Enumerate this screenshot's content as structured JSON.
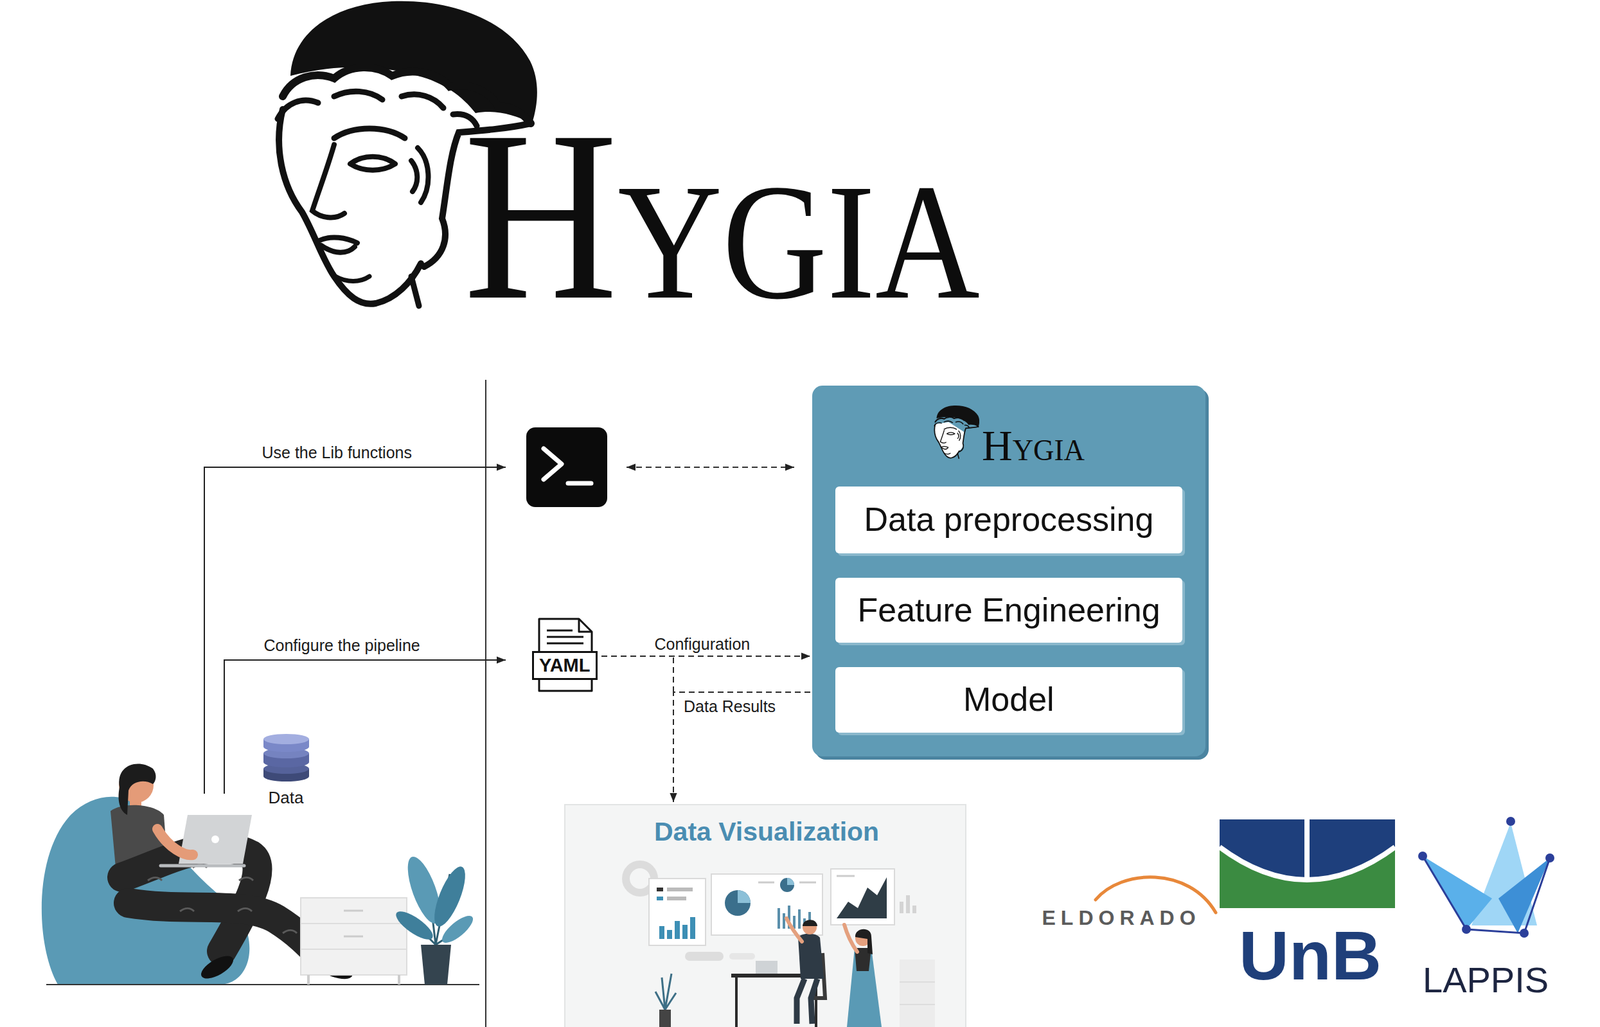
{
  "diagram": {
    "title": "HYGIA",
    "nodes": [
      {
        "text": [
          "HYGIA"
        ]
      },
      {
        "text": [
          "Data preprocessing"
        ],
        "in": 0
      },
      {
        "text": [
          "Feature Engineering"
        ],
        "in": 0
      },
      {
        "text": [
          "Model"
        ],
        "in": 0
      },
      {
        "text": [
          "YAML"
        ]
      },
      {
        "text": [
          "Data Visualization"
        ]
      }
    ],
    "edges": [
      {
        "from": 4,
        "to": 0,
        "label": "Configuration",
        "arrow": "to"
      },
      {
        "from": 0,
        "to": 5,
        "label": "Data Results",
        "arrow": "to"
      }
    ],
    "labels": [
      "Use the Lib functions",
      "Configure the pipeline",
      "Data",
      "ELDORADO",
      "UnB",
      "LAPPIS"
    ]
  }
}
